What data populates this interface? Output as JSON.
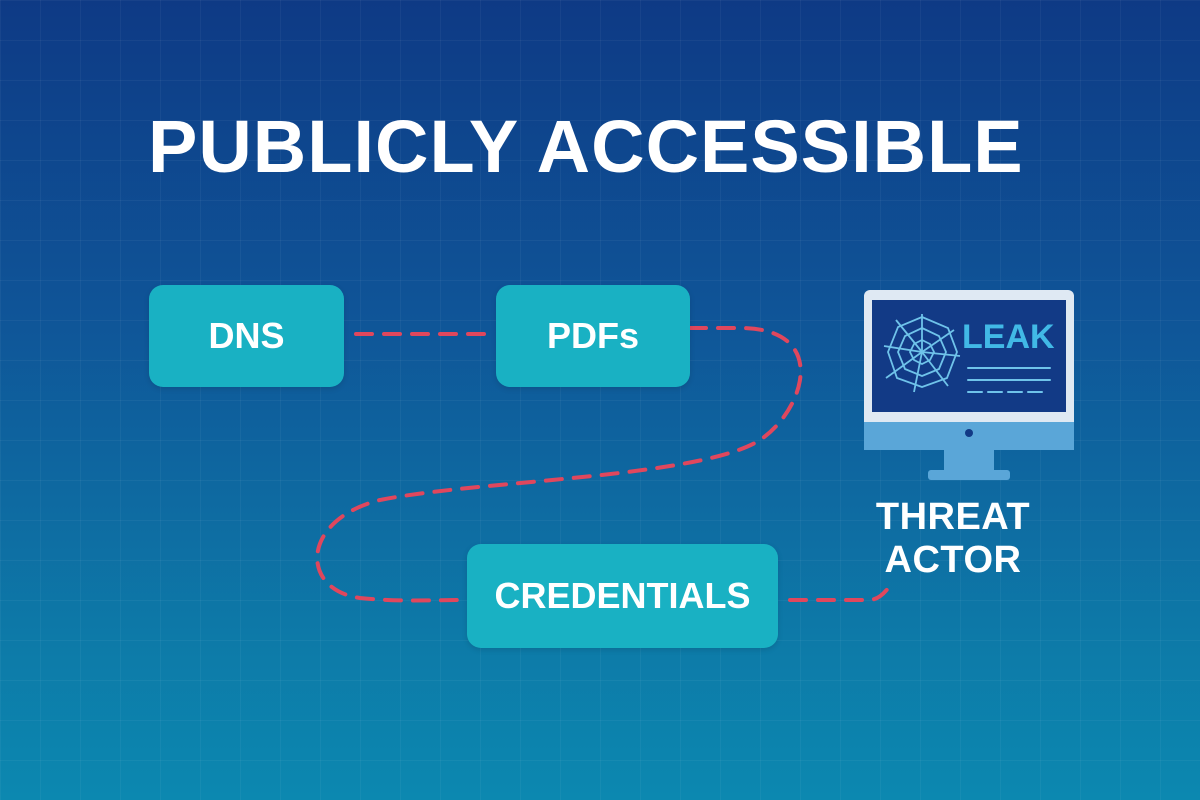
{
  "title": "PUBLICLY ACCESSIBLE",
  "nodes": {
    "dns": "DNS",
    "pdfs": "PDFs",
    "credentials": "CREDENTIALS"
  },
  "monitor": {
    "screen_text": "LEAK"
  },
  "threat_actor": {
    "line1": "THREAT",
    "line2": "ACTOR"
  },
  "colors": {
    "background_top": "#0e3a85",
    "background_bottom": "#0c88b0",
    "node_fill": "#19b1c3",
    "dashed_link": "#e0475d",
    "leak_text": "#41b9e6",
    "monitor_frame": "#dfe9f3",
    "monitor_screen": "#123a86"
  },
  "icons": [
    "spider-web-icon",
    "monitor-icon"
  ]
}
